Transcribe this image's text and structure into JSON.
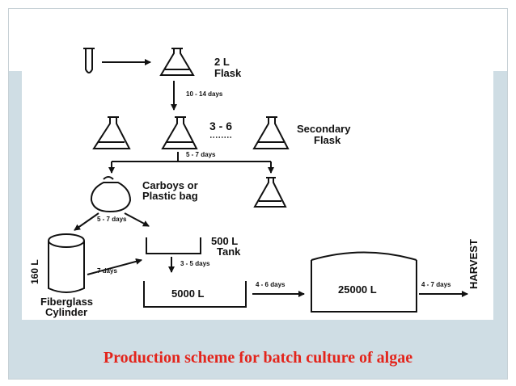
{
  "diagram": {
    "caption": "Production scheme for batch culture of algae",
    "labels": {
      "flask_2l_line1": "2 L",
      "flask_2l_line2": "Flask",
      "days_10_14": "10 - 14 days",
      "count_3_6": "3 - 6",
      "secondary_line1": "Secondary",
      "secondary_line2": "Flask",
      "days_5_7_a": "5 - 7 days",
      "carboys_line1": "Carboys or",
      "carboys_line2": "Plastic bag",
      "days_5_7_b": "5 - 7 days",
      "tank_500_line1": "500 L",
      "tank_500_line2": "Tank",
      "days_3_5": "3 - 5 days",
      "cyl_160": "160 L",
      "days_7": "7 days",
      "fiberglass_line1": "Fiberglass",
      "fiberglass_line2": "Cylinder",
      "tank_5000": "5000 L",
      "days_4_6": "4 - 6 days",
      "tank_25000": "25000 L",
      "days_4_7": "4 - 7 days",
      "harvest": "HARVEST"
    },
    "icons": {
      "test_tube": "test-tube-icon",
      "flask": "flask-icon",
      "plastic_bag": "plastic-bag-icon",
      "cylinder": "cylinder-icon",
      "tank": "tank-icon"
    },
    "colors": {
      "caption": "#e3241b",
      "band": "#cfdde4",
      "ink": "#111111"
    }
  }
}
